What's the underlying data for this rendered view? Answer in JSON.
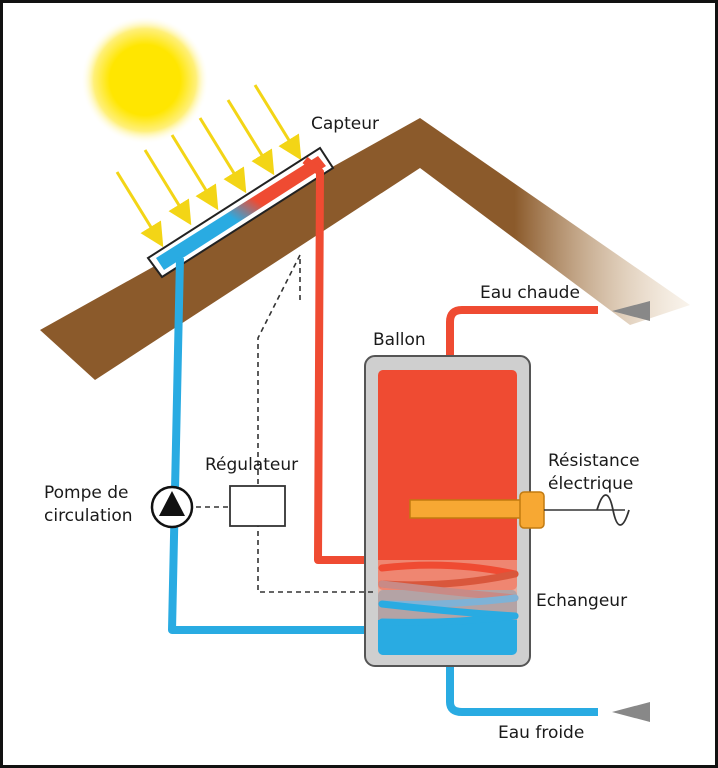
{
  "labels": {
    "collector": "Capteur",
    "hot_water": "Eau chaude",
    "tank": "Ballon",
    "regulator": "Régulateur",
    "pump_line1": "Pompe de",
    "pump_line2": "circulation",
    "resistance_line1": "Résistance",
    "resistance_line2": "électrique",
    "exchanger": "Echangeur",
    "cold_water": "Eau froide"
  },
  "icons": {
    "sun": "sun-icon",
    "pump": "pump-icon",
    "ac_power": "ac-sine-icon"
  },
  "colors": {
    "hot": "#ef4b32",
    "cold": "#29abe2",
    "roof": "#8b5a2b",
    "sun": "#ffe600",
    "ray": "#f3d516",
    "heating_element": "#f7a833",
    "tank_casing": "#cfcfcf",
    "exchanger_coil": "#e9a68e",
    "regulator_wire": "#333333"
  }
}
